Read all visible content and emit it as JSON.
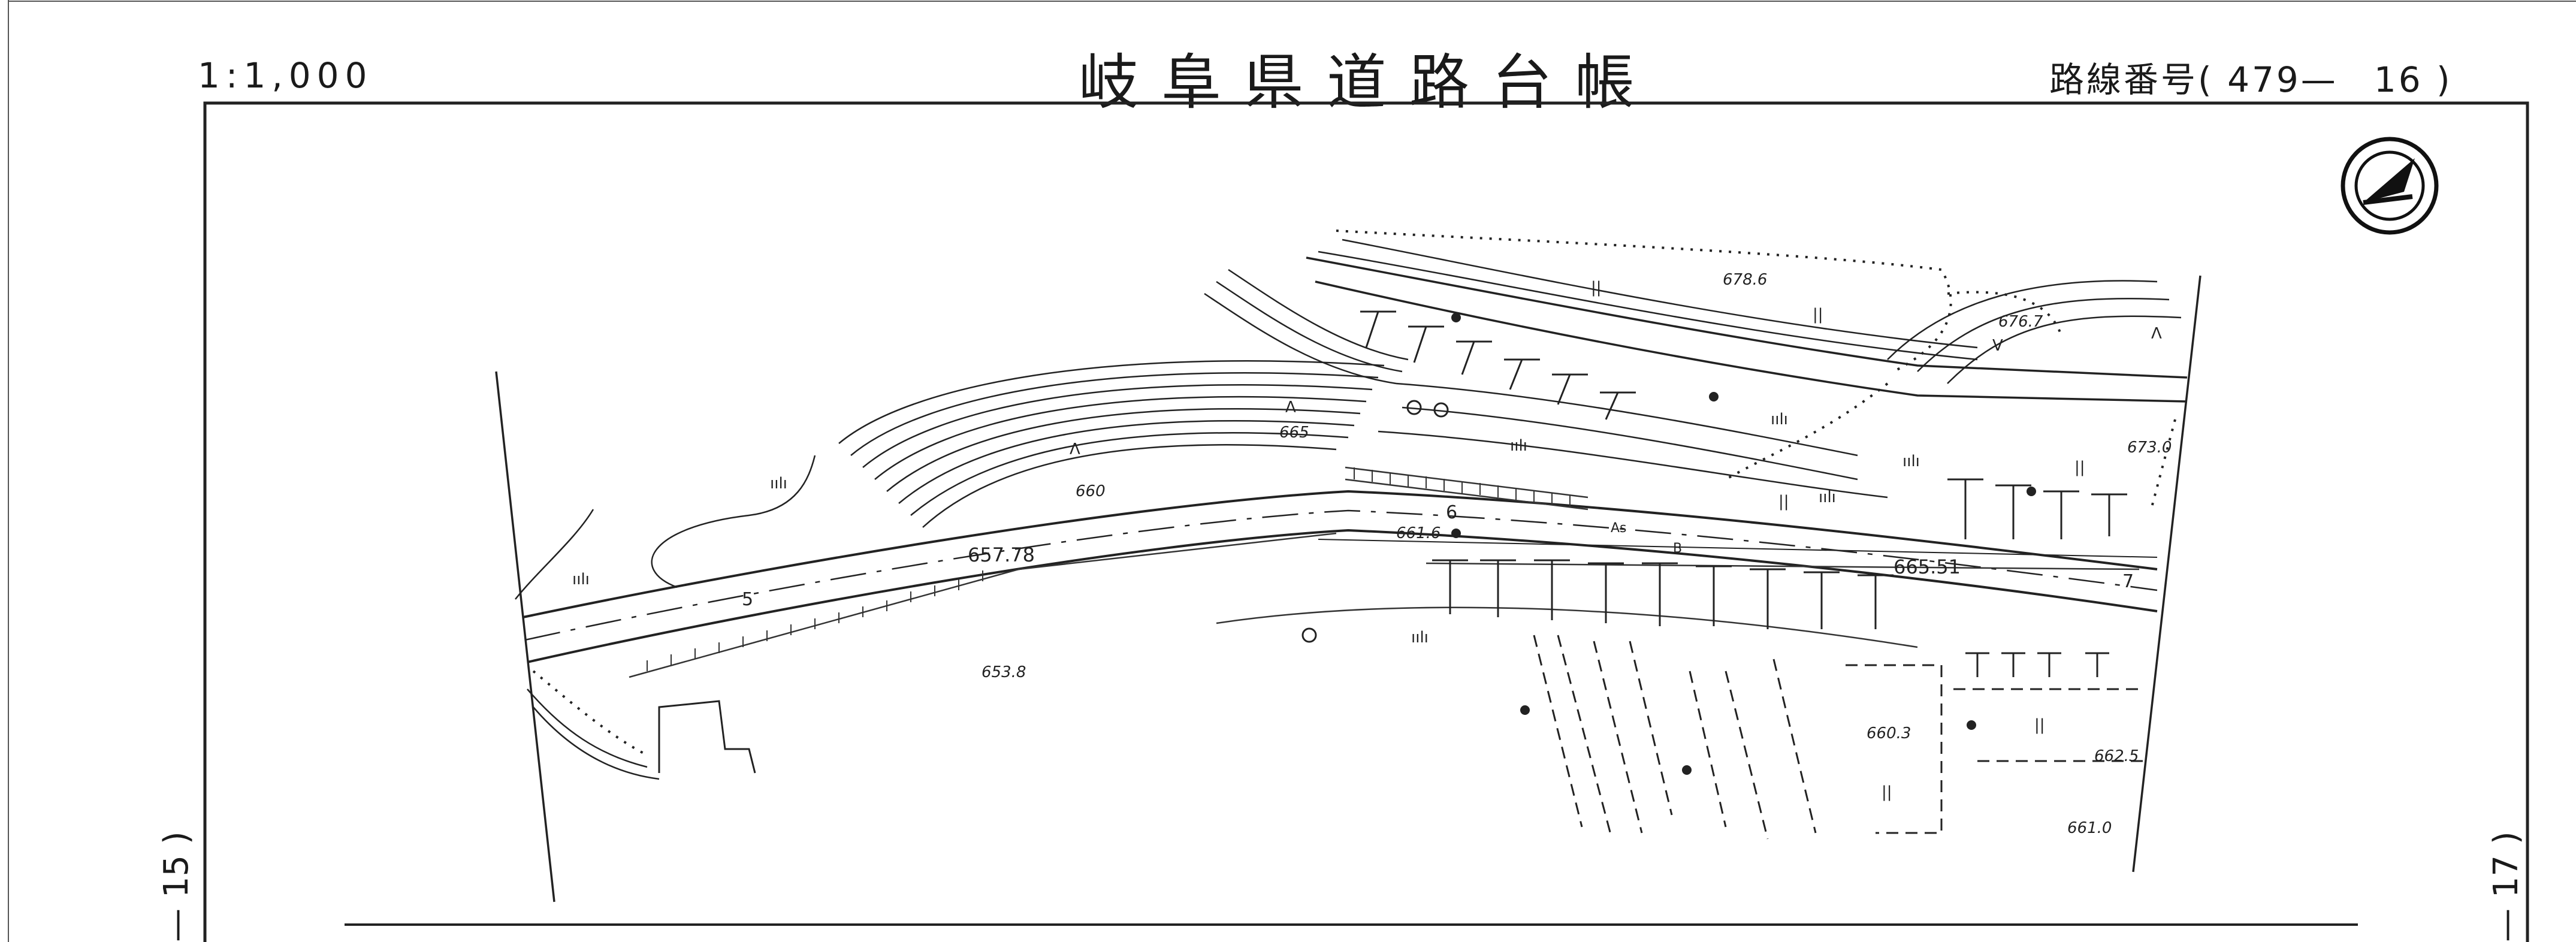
{
  "header": {
    "scale": "1:1,000",
    "title": "岐阜県道路台帳",
    "route_label": "路線番号",
    "route_number": "479—",
    "sheet_number": "16"
  },
  "side_labels": {
    "left": "— 15 )",
    "right": "— 17 )"
  },
  "map": {
    "elevations": [
      "678.6",
      "676.7",
      "673.0",
      "665",
      "660",
      "657.78",
      "661.6",
      "665.51",
      "653.8",
      "660.3",
      "662.5",
      "661.0"
    ],
    "station_labels": [
      "5",
      "6",
      "7"
    ],
    "surface_labels": [
      "As",
      "B"
    ],
    "symbol_marks": [
      "ıılı",
      "ıılı",
      "ıılı",
      "ıılı",
      "ıılı",
      "ıılı",
      "ıılı",
      "||",
      "||",
      "||",
      "||",
      "||",
      "||",
      "Λ",
      "Λ",
      "Λ",
      "V"
    ]
  }
}
